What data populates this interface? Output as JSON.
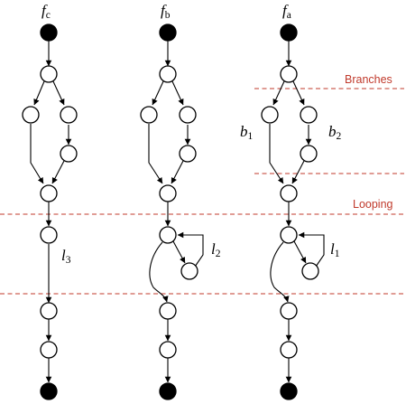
{
  "columns": [
    {
      "name": "f",
      "sub": "c"
    },
    {
      "name": "f",
      "sub": "b"
    },
    {
      "name": "f",
      "sub": "a"
    }
  ],
  "regions": {
    "branches": "Branches",
    "looping": "Looping"
  },
  "annotations": {
    "b1": {
      "name": "b",
      "sub": "1"
    },
    "b2": {
      "name": "b",
      "sub": "2"
    },
    "l1": {
      "name": "l",
      "sub": "1"
    },
    "l2": {
      "name": "l",
      "sub": "2"
    },
    "l3": {
      "name": "l",
      "sub": "3"
    }
  },
  "colors": {
    "divider": "#c0392b",
    "node_stroke": "#000000",
    "node_terminal_fill": "#000000",
    "node_fill": "#ffffff"
  }
}
